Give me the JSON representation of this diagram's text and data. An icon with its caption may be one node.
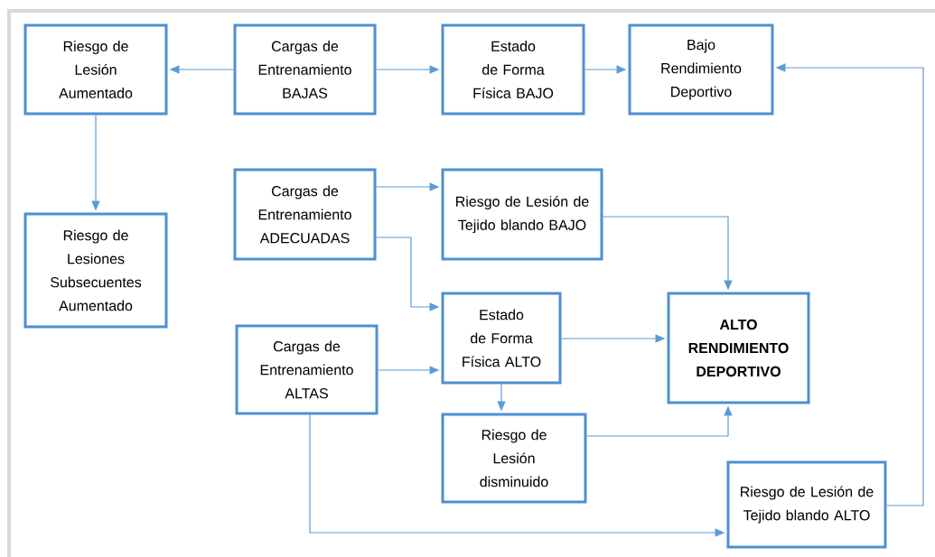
{
  "diagram": {
    "nodes": [
      {
        "text": [
          "Riesgo de Lesión Aumentado"
        ]
      },
      {
        "text": [
          "Cargas de Entrenamiento BAJAS"
        ]
      },
      {
        "text": [
          "Estado de Forma Física BAJO"
        ]
      },
      {
        "text": [
          "Bajo Rendimiento Deportivo"
        ]
      },
      {
        "text": [
          "Riesgo de Lesiones Subsecuentes Aumentado"
        ]
      },
      {
        "text": [
          "Cargas de Entrenamiento ADECUADAS"
        ]
      },
      {
        "text": [
          "Riesgo de Lesión de Tejido blando BAJO"
        ]
      },
      {
        "text": [
          "Estado de Forma Física ALTO"
        ]
      },
      {
        "text": [
          "ALTO RENDIMIENTO DEPORTIVO"
        ]
      },
      {
        "text": [
          "Cargas de Entrenamiento ALTAS"
        ]
      },
      {
        "text": [
          "Riesgo de Lesión disminuido"
        ]
      },
      {
        "text": [
          "Riesgo de Lesión de Tejido blando ALTO"
        ]
      }
    ],
    "edges": [
      {
        "from": 1,
        "to": 0,
        "arrow": "to"
      },
      {
        "from": 1,
        "to": 2,
        "arrow": "to"
      },
      {
        "from": 2,
        "to": 3,
        "arrow": "to"
      },
      {
        "from": 0,
        "to": 4,
        "arrow": "to"
      },
      {
        "from": 5,
        "to": 6,
        "arrow": "to"
      },
      {
        "from": 5,
        "to": 7,
        "arrow": "to"
      },
      {
        "from": 6,
        "to": 8,
        "arrow": "to"
      },
      {
        "from": 7,
        "to": 8,
        "arrow": "to"
      },
      {
        "from": 9,
        "to": 7,
        "arrow": "to"
      },
      {
        "from": 7,
        "to": 10,
        "arrow": "to"
      },
      {
        "from": 10,
        "to": 8,
        "arrow": "to"
      },
      {
        "from": 9,
        "to": 11,
        "arrow": "to"
      },
      {
        "from": 11,
        "to": 3,
        "arrow": "to"
      }
    ]
  }
}
